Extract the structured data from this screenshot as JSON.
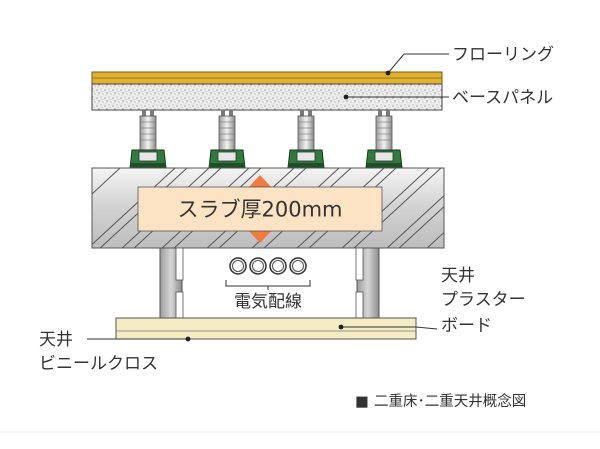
{
  "labels": {
    "flooring": "フローリング",
    "base_panel": "ベースパネル",
    "slab": "スラブ厚200mm",
    "wiring": "電気配線",
    "ceiling_board_line1": "天井",
    "ceiling_board_line2": "プラスター",
    "ceiling_board_line3": "ボード",
    "ceiling_cloth_line1": "天井",
    "ceiling_cloth_line2": "ビニールクロス"
  },
  "caption": {
    "marker": "■",
    "text": "二重床･二重天井概念図"
  },
  "colors": {
    "flooring": "#e0b030",
    "base_panel": "#ececec",
    "slab": "#cfcfcf",
    "slab_box": "#fbe3c3",
    "arrow": "#f07a40",
    "support_foot": "#2f7a3c",
    "ceiling_board": "#f4ecc2",
    "hanger": "#a8a8a8"
  }
}
